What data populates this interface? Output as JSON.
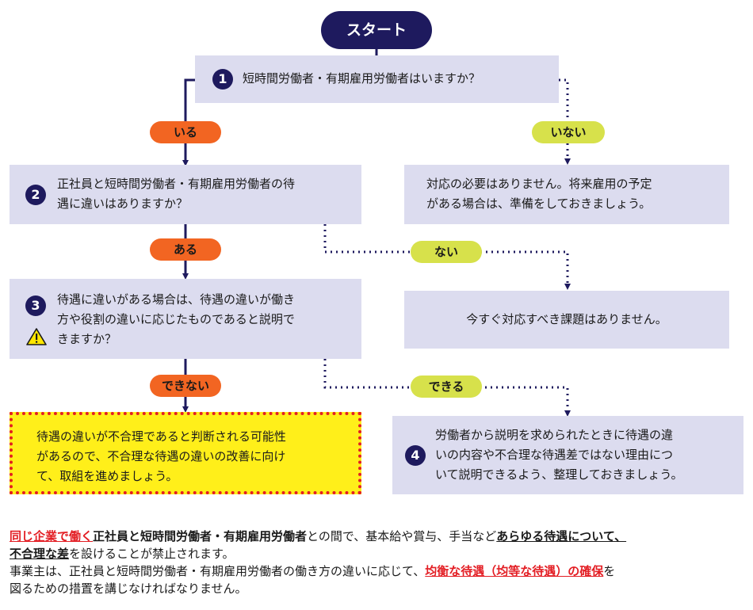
{
  "start_label": "スタート",
  "q1": {
    "number": "1",
    "text": "短時間労働者・有期雇用労働者はいますか？"
  },
  "labels": {
    "yes1": "いる",
    "no1": "いない",
    "yes2": "ある",
    "no2": "ない",
    "cannot": "できない",
    "can": "できる"
  },
  "q2": {
    "number": "2",
    "lines": [
      "正社員と短時間労働者・有期雇用労働者の待",
      "遇に違いはありますか？"
    ]
  },
  "r_none_needed": {
    "lines": [
      "対応の必要はありません。将来雇用の予定",
      "がある場合は、準備をしておきましょう。"
    ]
  },
  "q3": {
    "number": "3",
    "lines": [
      "待遇に違いがある場合は、待遇の違いが働き",
      "方や役割の違いに応じたものであると説明で",
      "きますか？"
    ],
    "icon": "warning-icon"
  },
  "r_no_task": {
    "text": "今すぐ対応すべき課題はありません。"
  },
  "r_unreasonable": {
    "lines": [
      "待遇の違いが不合理であると判断される可能性",
      "があるので、不合理な待遇の違いの改善に向け",
      "て、取組を進めましょう。"
    ]
  },
  "r4": {
    "number": "4",
    "lines": [
      "労働者から説明を求められたときに待遇の違",
      "いの内容や不合理な待遇差ではない理由につ",
      "いて説明できるよう、整理しておきましょう。"
    ]
  },
  "note": {
    "p1_a": "同じ企業で働く",
    "p1_b": "正社員と短時間労働者・有期雇用労働者",
    "p1_c": "との間で、基本給や賞与、手当など",
    "p1_d": "あらゆる待遇について、",
    "p1_e": "不合理な差",
    "p1_f": "を設けることが禁止されます。",
    "p2_a": "事業主は、正社員と短時間労働者・有期雇用労働者の働き方の違いに応じて、",
    "p2_b": "均衡な待遇（均等な待遇）の確保",
    "p2_c": "を",
    "p2_d": "図るための措置を講じなければなりません。"
  },
  "colors": {
    "navy": "#1e1a5e",
    "box_bg": "#dcdcef",
    "orange": "#f26522",
    "lime": "#d7e14b",
    "alert_yellow": "#ffef1a",
    "alert_border": "#e31e24",
    "emphasis_red": "#e31e24"
  }
}
